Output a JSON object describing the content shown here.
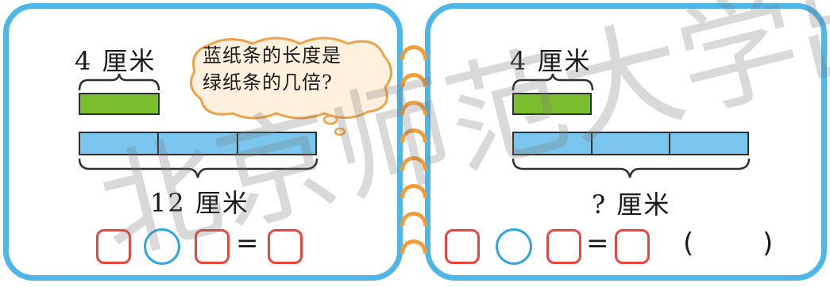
{
  "left_panel": {
    "top_length": "4 厘米",
    "bottom_length": "12 厘米",
    "speech_bubble": {
      "line1": "蓝纸条的长度是",
      "line2": "绿纸条的几倍?"
    }
  },
  "right_panel": {
    "top_length": "4 厘米",
    "bottom_length": "? 厘米",
    "equals": "=",
    "paren_open": "(",
    "paren_close": ")"
  },
  "left_equals": "=",
  "watermark": "北京师范大学出版社",
  "colors": {
    "frame_blue": "#4fb6e8",
    "green_strip": "#7cbf2e",
    "blue_strip": "#7ac6ee",
    "box_red": "#e8453c",
    "circle_blue": "#2fa6e0",
    "ring_orange": "#f29c38",
    "bubble_fill": "#fff1dd",
    "bubble_border": "#f0a24a"
  },
  "strip_segments": 3
}
